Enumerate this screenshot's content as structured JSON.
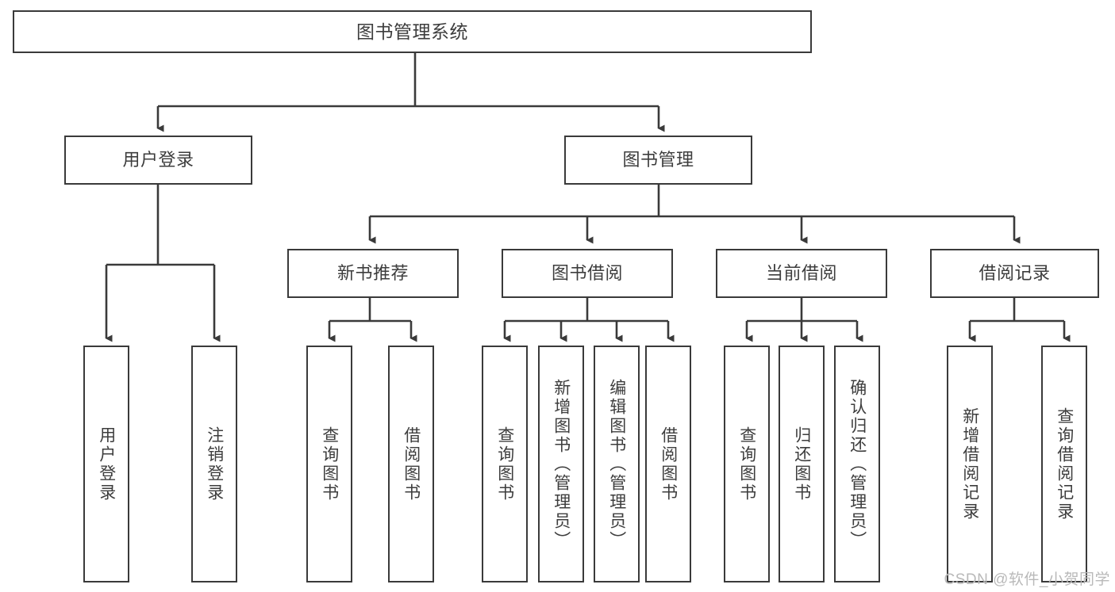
{
  "diagram": {
    "type": "tree",
    "title": "图书管理系统",
    "watermark": "CSDN @软件_小贺同学",
    "colors": {
      "box_border": "#3a3a3a",
      "box_fill": "#ffffff",
      "text": "#3d3d3d",
      "connector": "#3a3a3a",
      "watermark": "#b9b9b9"
    },
    "root": {
      "label": "图书管理系统"
    },
    "level2": [
      {
        "label": "用户登录"
      },
      {
        "label": "图书管理"
      }
    ],
    "level3": [
      {
        "label": "新书推荐"
      },
      {
        "label": "图书借阅"
      },
      {
        "label": "当前借阅"
      },
      {
        "label": "借阅记录"
      }
    ],
    "leaves": {
      "user_login": [
        {
          "label": "用户登录"
        },
        {
          "label": "注销登录"
        }
      ],
      "new_book": [
        {
          "label": "查询图书"
        },
        {
          "label": "借阅图书"
        }
      ],
      "borrow_book": [
        {
          "label": "查询图书"
        },
        {
          "label": "新增图书（管理员）"
        },
        {
          "label": "编辑图书（管理员）"
        },
        {
          "label": "借阅图书"
        }
      ],
      "current_borrow": [
        {
          "label": "查询图书"
        },
        {
          "label": "归还图书"
        },
        {
          "label": "确认归还（管理员）"
        }
      ],
      "borrow_record": [
        {
          "label": "新增借阅记录"
        },
        {
          "label": "查询借阅记录"
        }
      ]
    }
  }
}
